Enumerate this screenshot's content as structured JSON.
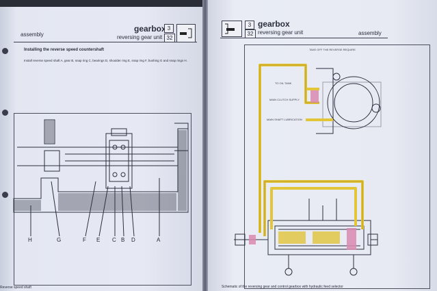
{
  "left_page": {
    "section": "assembly",
    "title": "gearbox",
    "subtitle": "reversing gear unit",
    "group_number": "3",
    "page_number": "32",
    "heading": "Installing the reverse speed countershaft",
    "instructions": "Install reverse speed shaft A, gear B, snap ring C, bearings D, shoulder ring E, snap ring F, bushing G and snap rings H.",
    "callouts": [
      "H",
      "G",
      "F",
      "E",
      "C",
      "B",
      "D",
      "A"
    ],
    "caption": "Reverse speed shaft"
  },
  "right_page": {
    "title": "gearbox",
    "subtitle": "reversing gear unit",
    "group_number": "3",
    "page_number": "32",
    "section": "assembly",
    "diagram_labels": [
      "TAKE OFF THE REVERSE REQUIRE",
      "TO OIL TANK",
      "MAIN CLUTCH SUPPLY",
      "MAIN SHAFT LUBRICATION"
    ],
    "caption": "Schematic of the reversing gear and control gearbox with hydraulic feed selector"
  },
  "colors": {
    "oil_line": "#e3c53a",
    "pressure": "#d98ab0",
    "ink": "#2a2e3c",
    "paper": "#e6e9f3"
  }
}
